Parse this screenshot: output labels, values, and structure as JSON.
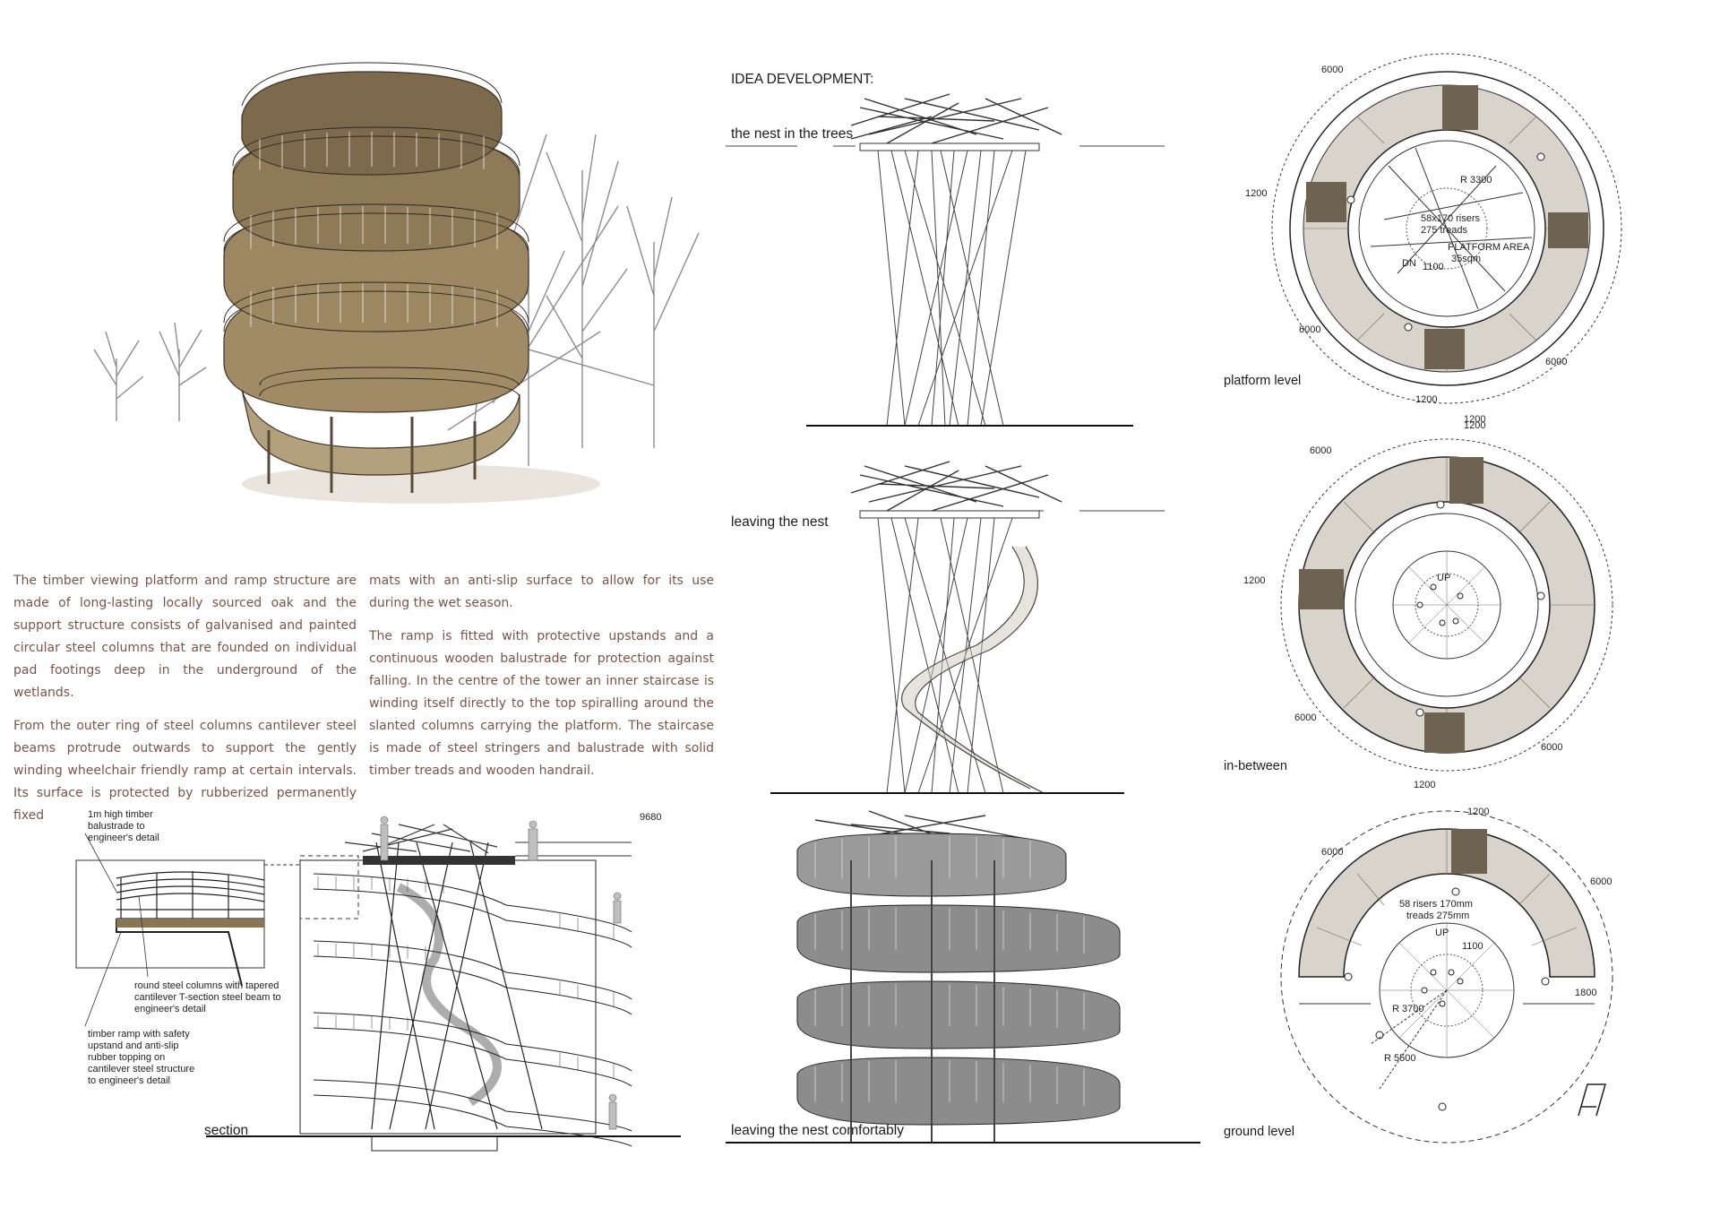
{
  "colors": {
    "text_brown": "#7a5547",
    "sepia": "#8a7554",
    "dark": "#5a4a38",
    "line": "#222222"
  },
  "description": {
    "col1": [
      "The timber viewing platform and ramp structure are made of long-lasting locally sourced oak and the support structure consists of galvanised and painted circular steel columns that are founded on individual pad footings deep in the underground of the wetlands.",
      "From the outer ring of steel columns cantilever steel beams protrude outwards to support the gently winding wheelchair friendly ramp at certain intervals. Its surface is protected by rubberized permanently fixed"
    ],
    "col2": [
      "mats with an anti-slip surface to allow for its use during the wet season.",
      "The ramp is fitted with protective upstands and a continuous wooden balustrade for protection against falling. In the centre of the tower an inner staircase is winding itself directly to the top spiralling around the slanted columns carrying the platform. The staircase is made of steel stringers and balustrade with solid timber treads and wooden handrail."
    ]
  },
  "idea": {
    "heading": "IDEA DEVELOPMENT:",
    "stage1": "the nest in the trees",
    "stage2": "leaving the nest",
    "stage3": "leaving the nest comfortably"
  },
  "section": {
    "label": "section",
    "height_mark": "9680",
    "notes": {
      "balustrade": "1m high timber balustrade to engineer's detail",
      "columns": "round steel columns with tapered cantilever T-section steel beam to engineer's detail",
      "ramp": "timber ramp with safety upstand and anti-slip rubber topping on cantilever steel structure to engineer's detail"
    }
  },
  "plans": {
    "platform": {
      "label": "platform level",
      "risers": "58x170 risers",
      "treads": "275 treads",
      "area_title": "PLATFORM AREA",
      "area_value": "35sqm",
      "radius": "R 3300",
      "dn": "DN",
      "d1100": "1100",
      "dims": [
        "6000",
        "1200",
        "6000",
        "6000",
        "1200",
        "1200"
      ]
    },
    "inbetween": {
      "label": "in-between",
      "up": "UP",
      "dims": [
        "6000",
        "1200",
        "1200",
        "6000",
        "6000",
        "1200"
      ]
    },
    "ground": {
      "label": "ground level",
      "risers": "58 risers 170mm",
      "treads": "treads 275mm",
      "up": "UP",
      "d1100": "1100",
      "r1": "R 3700",
      "r2": "R 5500",
      "dims": [
        "1200",
        "6000",
        "6000",
        "1800"
      ]
    }
  }
}
